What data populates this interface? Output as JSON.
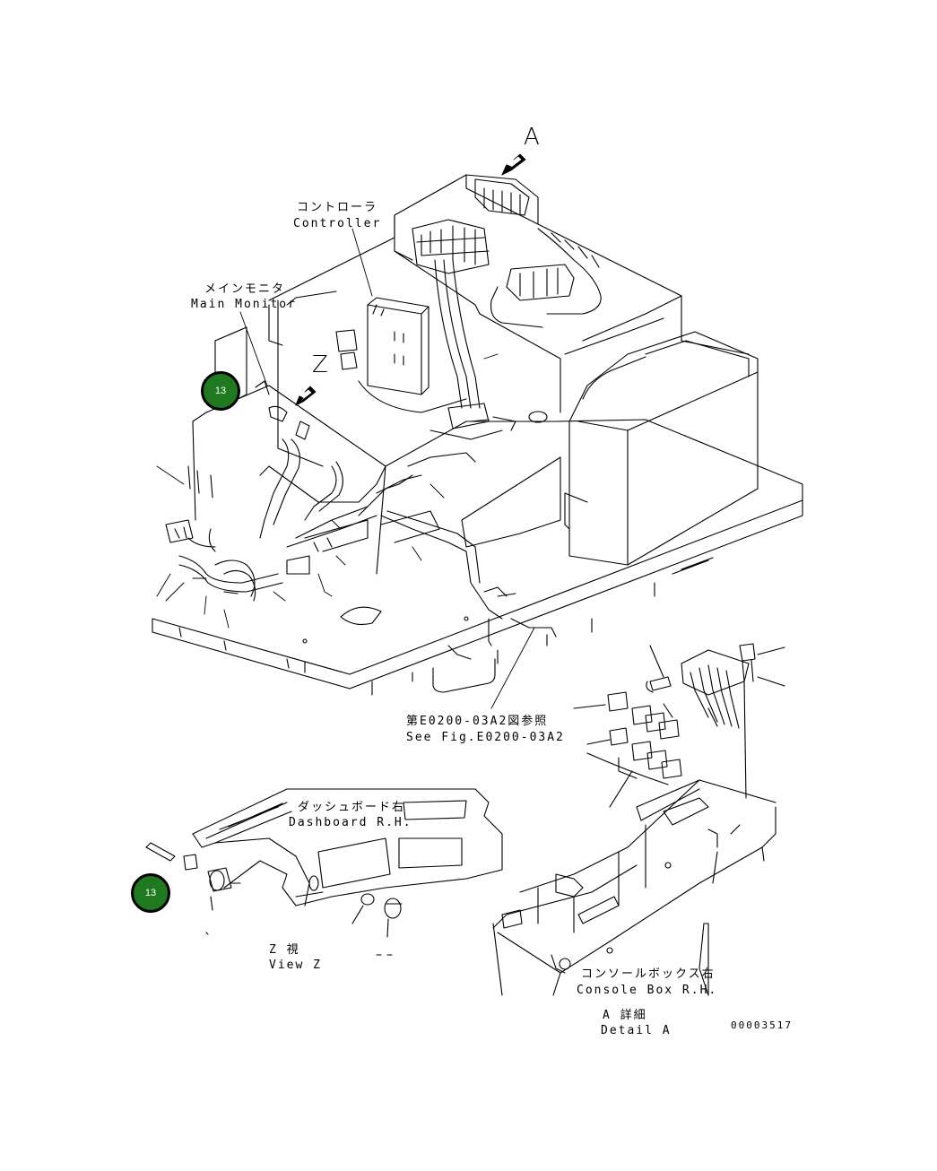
{
  "labels": {
    "view_a_letter": "A",
    "view_z_letter": "Z",
    "controller_jp": "コントローラ",
    "controller_en": "Controller",
    "main_monitor_jp": "メインモニタ",
    "main_monitor_en": "Main Monitor",
    "see_fig_jp": "第E0200-03A2図参照",
    "see_fig_en": "See Fig.E0200-03A2",
    "dashboard_jp": "ダッシュボード右",
    "dashboard_en": "Dashboard R.H.",
    "view_z_jp": "Z 視",
    "view_z_en": "View Z",
    "console_jp": "コンソールボックス右",
    "console_en": "Console Box R.H.",
    "detail_a_jp": "A 詳細",
    "detail_a_en": "Detail A",
    "drawing_number": "00003517"
  },
  "callouts": [
    {
      "id": "callout-1",
      "label": "13"
    },
    {
      "id": "callout-2",
      "label": "13"
    }
  ]
}
